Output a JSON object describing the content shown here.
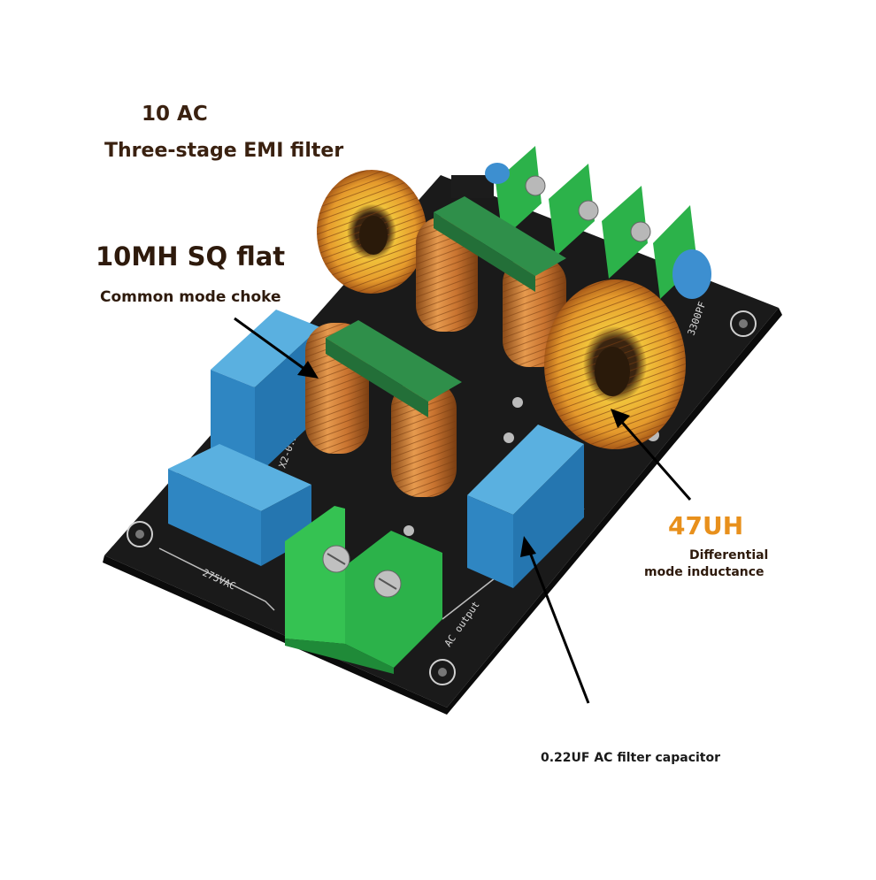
{
  "title": {
    "line1": "10 AC",
    "line2": "Three-stage EMI filter"
  },
  "callouts": {
    "common_mode": {
      "value": "10MH SQ flat",
      "description": "Common mode choke"
    },
    "differential": {
      "value": "47UH",
      "description_line1": "Differential",
      "description_line2": "mode inductance"
    },
    "capacitor": {
      "description": "0.22UF AC filter capacitor"
    }
  },
  "board_silkscreen": {
    "voltage": "275VAC",
    "output": "AC output",
    "cap_marking": "X2-0.22U",
    "small_cap": "3300PF"
  },
  "colors": {
    "label_dark": "#2e1a0c",
    "accent_orange": "#e8901c",
    "pcb_black": "#141414",
    "capacitor_blue": "#2f86c2",
    "terminal_green": "#2cb24a",
    "copper": "#c8762e"
  }
}
